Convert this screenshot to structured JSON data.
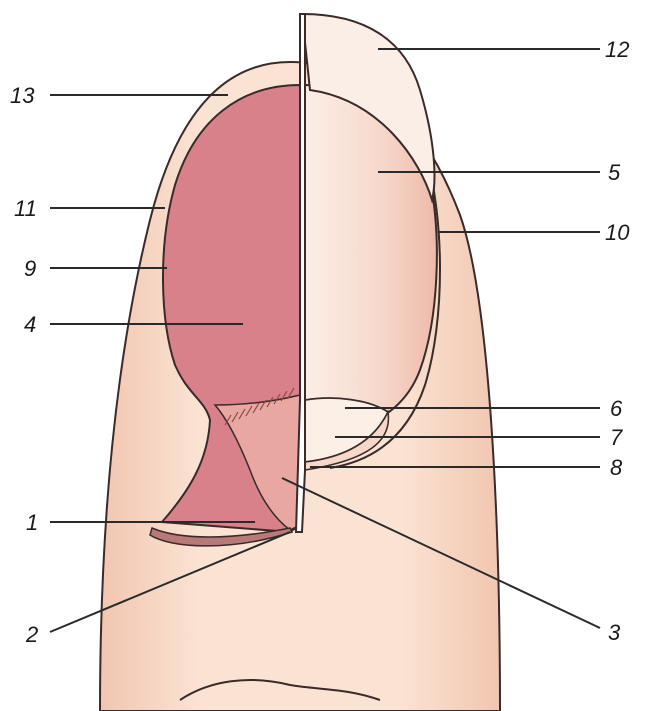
{
  "labels": {
    "l1": "1",
    "l2": "2",
    "l3": "3",
    "l4": "4",
    "l5": "5",
    "l6": "6",
    "l7": "7",
    "l8": "8",
    "l9": "9",
    "l10": "10",
    "l11": "11",
    "l12": "12",
    "l13": "13"
  },
  "colors": {
    "skin": "#fbe3d3",
    "skin_shadow": "#f3cbb6",
    "nail_bed": "#d8818a",
    "nail_plate": "#f6d7c9",
    "lunula": "#fcefe6",
    "matrix": "#e8a7a0",
    "cuticle_dark": "#b87a78"
  }
}
